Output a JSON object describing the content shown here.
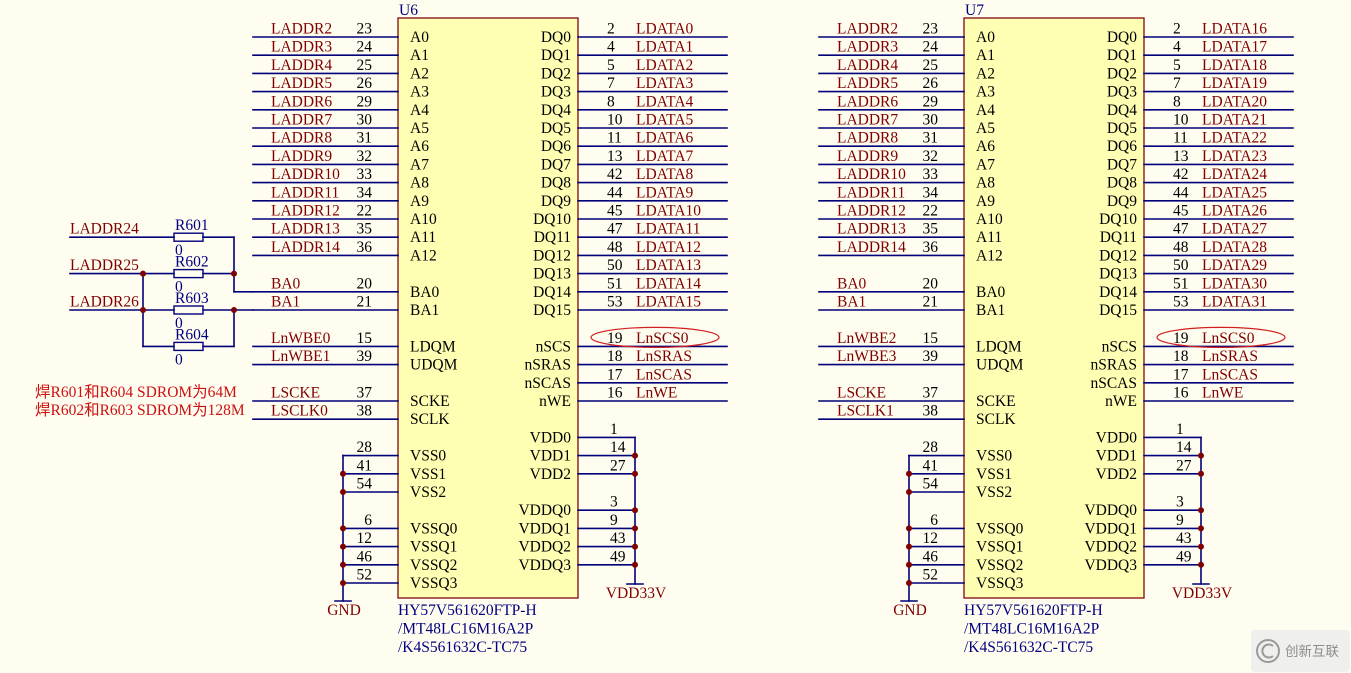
{
  "colors": {
    "background": "#FFFDF0",
    "body_fill": "#FFFFB3",
    "body_stroke": "#8B1A1A",
    "wire": "#00007A",
    "net_label": "#800000",
    "pin_text": "#000000",
    "designator": "#000080",
    "note": "#CC1111",
    "junction": "#800000",
    "highlight": "#D02020"
  },
  "chips": [
    {
      "ref": "U6",
      "part_lines": [
        "HY57V561620FTP-H",
        "/MT48LC16M16A2P",
        "/K4S561632C-TC75"
      ],
      "gnd_label": "GND",
      "vdd_label": "VDD33V",
      "left_groups": [
        [
          {
            "net": "LADDR2",
            "num": "23",
            "name": "A0"
          },
          {
            "net": "LADDR3",
            "num": "24",
            "name": "A1"
          },
          {
            "net": "LADDR4",
            "num": "25",
            "name": "A2"
          },
          {
            "net": "LADDR5",
            "num": "26",
            "name": "A3"
          },
          {
            "net": "LADDR6",
            "num": "29",
            "name": "A4"
          },
          {
            "net": "LADDR7",
            "num": "30",
            "name": "A5"
          },
          {
            "net": "LADDR8",
            "num": "31",
            "name": "A6"
          },
          {
            "net": "LADDR9",
            "num": "32",
            "name": "A7"
          },
          {
            "net": "LADDR10",
            "num": "33",
            "name": "A8"
          },
          {
            "net": "LADDR11",
            "num": "34",
            "name": "A9"
          },
          {
            "net": "LADDR12",
            "num": "22",
            "name": "A10"
          },
          {
            "net": "LADDR13",
            "num": "35",
            "name": "A11"
          },
          {
            "net": "LADDR14",
            "num": "36",
            "name": "A12"
          }
        ],
        [
          {
            "net": "BA0",
            "num": "20",
            "name": "BA0"
          },
          {
            "net": "BA1",
            "num": "21",
            "name": "BA1"
          }
        ],
        [
          {
            "net": "LnWBE0",
            "num": "15",
            "name": "LDQM"
          },
          {
            "net": "LnWBE1",
            "num": "39",
            "name": "UDQM"
          }
        ],
        [
          {
            "net": "LSCKE",
            "num": "37",
            "name": "SCKE"
          },
          {
            "net": "LSCLK0",
            "num": "38",
            "name": "SCLK"
          }
        ],
        [
          {
            "num": "28",
            "name": "VSS0"
          },
          {
            "num": "41",
            "name": "VSS1"
          },
          {
            "num": "54",
            "name": "VSS2"
          }
        ],
        [
          {
            "num": "6",
            "name": "VSSQ0"
          },
          {
            "num": "12",
            "name": "VSSQ1"
          },
          {
            "num": "46",
            "name": "VSSQ2"
          },
          {
            "num": "52",
            "name": "VSSQ3"
          }
        ]
      ],
      "right_groups": [
        [
          {
            "name": "DQ0",
            "num": "2",
            "net": "LDATA0"
          },
          {
            "name": "DQ1",
            "num": "4",
            "net": "LDATA1"
          },
          {
            "name": "DQ2",
            "num": "5",
            "net": "LDATA2"
          },
          {
            "name": "DQ3",
            "num": "7",
            "net": "LDATA3"
          },
          {
            "name": "DQ4",
            "num": "8",
            "net": "LDATA4"
          },
          {
            "name": "DQ5",
            "num": "10",
            "net": "LDATA5"
          },
          {
            "name": "DQ6",
            "num": "11",
            "net": "LDATA6"
          },
          {
            "name": "DQ7",
            "num": "13",
            "net": "LDATA7"
          },
          {
            "name": "DQ8",
            "num": "42",
            "net": "LDATA8"
          },
          {
            "name": "DQ9",
            "num": "44",
            "net": "LDATA9"
          },
          {
            "name": "DQ10",
            "num": "45",
            "net": "LDATA10"
          },
          {
            "name": "DQ11",
            "num": "47",
            "net": "LDATA11"
          },
          {
            "name": "DQ12",
            "num": "48",
            "net": "LDATA12"
          },
          {
            "name": "DQ13",
            "num": "50",
            "net": "LDATA13"
          },
          {
            "name": "DQ14",
            "num": "51",
            "net": "LDATA14"
          },
          {
            "name": "DQ15",
            "num": "53",
            "net": "LDATA15"
          }
        ],
        [
          {
            "name": "nSCS",
            "num": "19",
            "net": "LnSCS0",
            "circled": true
          },
          {
            "name": "nSRAS",
            "num": "18",
            "net": "LnSRAS"
          },
          {
            "name": "nSCAS",
            "num": "17",
            "net": "LnSCAS"
          },
          {
            "name": "nWE",
            "num": "16",
            "net": "LnWE"
          }
        ],
        [
          {
            "name": "VDD0",
            "num": "1"
          },
          {
            "name": "VDD1",
            "num": "14"
          },
          {
            "name": "VDD2",
            "num": "27"
          }
        ],
        [
          {
            "name": "VDDQ0",
            "num": "3"
          },
          {
            "name": "VDDQ1",
            "num": "9"
          },
          {
            "name": "VDDQ2",
            "num": "43"
          },
          {
            "name": "VDDQ3",
            "num": "49"
          }
        ]
      ]
    },
    {
      "ref": "U7",
      "part_lines": [
        "HY57V561620FTP-H",
        "/MT48LC16M16A2P",
        "/K4S561632C-TC75"
      ],
      "gnd_label": "GND",
      "vdd_label": "VDD33V",
      "left_groups": [
        [
          {
            "net": "LADDR2",
            "num": "23",
            "name": "A0"
          },
          {
            "net": "LADDR3",
            "num": "24",
            "name": "A1"
          },
          {
            "net": "LADDR4",
            "num": "25",
            "name": "A2"
          },
          {
            "net": "LADDR5",
            "num": "26",
            "name": "A3"
          },
          {
            "net": "LADDR6",
            "num": "29",
            "name": "A4"
          },
          {
            "net": "LADDR7",
            "num": "30",
            "name": "A5"
          },
          {
            "net": "LADDR8",
            "num": "31",
            "name": "A6"
          },
          {
            "net": "LADDR9",
            "num": "32",
            "name": "A7"
          },
          {
            "net": "LADDR10",
            "num": "33",
            "name": "A8"
          },
          {
            "net": "LADDR11",
            "num": "34",
            "name": "A9"
          },
          {
            "net": "LADDR12",
            "num": "22",
            "name": "A10"
          },
          {
            "net": "LADDR13",
            "num": "35",
            "name": "A11"
          },
          {
            "net": "LADDR14",
            "num": "36",
            "name": "A12"
          }
        ],
        [
          {
            "net": "BA0",
            "num": "20",
            "name": "BA0"
          },
          {
            "net": "BA1",
            "num": "21",
            "name": "BA1"
          }
        ],
        [
          {
            "net": "LnWBE2",
            "num": "15",
            "name": "LDQM"
          },
          {
            "net": "LnWBE3",
            "num": "39",
            "name": "UDQM"
          }
        ],
        [
          {
            "net": "LSCKE",
            "num": "37",
            "name": "SCKE"
          },
          {
            "net": "LSCLK1",
            "num": "38",
            "name": "SCLK"
          }
        ],
        [
          {
            "num": "28",
            "name": "VSS0"
          },
          {
            "num": "41",
            "name": "VSS1"
          },
          {
            "num": "54",
            "name": "VSS2"
          }
        ],
        [
          {
            "num": "6",
            "name": "VSSQ0"
          },
          {
            "num": "12",
            "name": "VSSQ1"
          },
          {
            "num": "46",
            "name": "VSSQ2"
          },
          {
            "num": "52",
            "name": "VSSQ3"
          }
        ]
      ],
      "right_groups": [
        [
          {
            "name": "DQ0",
            "num": "2",
            "net": "LDATA16"
          },
          {
            "name": "DQ1",
            "num": "4",
            "net": "LDATA17"
          },
          {
            "name": "DQ2",
            "num": "5",
            "net": "LDATA18"
          },
          {
            "name": "DQ3",
            "num": "7",
            "net": "LDATA19"
          },
          {
            "name": "DQ4",
            "num": "8",
            "net": "LDATA20"
          },
          {
            "name": "DQ5",
            "num": "10",
            "net": "LDATA21"
          },
          {
            "name": "DQ6",
            "num": "11",
            "net": "LDATA22"
          },
          {
            "name": "DQ7",
            "num": "13",
            "net": "LDATA23"
          },
          {
            "name": "DQ8",
            "num": "42",
            "net": "LDATA24"
          },
          {
            "name": "DQ9",
            "num": "44",
            "net": "LDATA25"
          },
          {
            "name": "DQ10",
            "num": "45",
            "net": "LDATA26"
          },
          {
            "name": "DQ11",
            "num": "47",
            "net": "LDATA27"
          },
          {
            "name": "DQ12",
            "num": "48",
            "net": "LDATA28"
          },
          {
            "name": "DQ13",
            "num": "50",
            "net": "LDATA29"
          },
          {
            "name": "DQ14",
            "num": "51",
            "net": "LDATA30"
          },
          {
            "name": "DQ15",
            "num": "53",
            "net": "LDATA31"
          }
        ],
        [
          {
            "name": "nSCS",
            "num": "19",
            "net": "LnSCS0",
            "circled": true
          },
          {
            "name": "nSRAS",
            "num": "18",
            "net": "LnSRAS"
          },
          {
            "name": "nSCAS",
            "num": "17",
            "net": "LnSCAS"
          },
          {
            "name": "nWE",
            "num": "16",
            "net": "LnWE"
          }
        ],
        [
          {
            "name": "VDD0",
            "num": "1"
          },
          {
            "name": "VDD1",
            "num": "14"
          },
          {
            "name": "VDD2",
            "num": "27"
          }
        ],
        [
          {
            "name": "VDDQ0",
            "num": "3"
          },
          {
            "name": "VDDQ1",
            "num": "9"
          },
          {
            "name": "VDDQ2",
            "num": "43"
          },
          {
            "name": "VDDQ3",
            "num": "49"
          }
        ]
      ]
    }
  ],
  "resistor_network": {
    "inputs": [
      "LADDR24",
      "LADDR25",
      "LADDR26"
    ],
    "resistors": [
      {
        "ref": "R601",
        "value": "0"
      },
      {
        "ref": "R602",
        "value": "0"
      },
      {
        "ref": "R603",
        "value": "0"
      },
      {
        "ref": "R604",
        "value": "0"
      }
    ]
  },
  "notes": [
    "焊R601和R604 SDROM为64M",
    "焊R602和R603 SDROM为128M"
  ],
  "watermark": {
    "text": "创新互联"
  }
}
